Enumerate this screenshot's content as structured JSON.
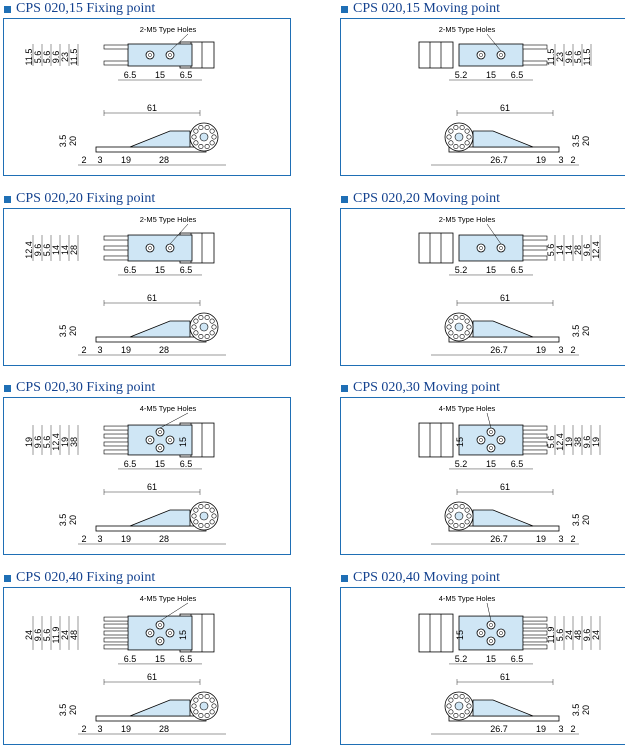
{
  "panels": [
    {
      "title": "CPS 020,15 Fixing point",
      "kind": "fixing",
      "holes": 2,
      "hole_label": "2-M5 Type Holes",
      "top_v": [
        "11.5",
        "23",
        "9.6",
        "5.6",
        "5.6",
        "11.5"
      ],
      "top_h": [
        "6.5",
        "15",
        "6.5"
      ],
      "side_total": "61",
      "side_v": [
        "20",
        "3.5"
      ],
      "side_h": [
        "2",
        "3",
        "19",
        "28"
      ]
    },
    {
      "title": "CPS 020,15 Moving point",
      "kind": "moving",
      "holes": 2,
      "hole_label": "2-M5 Type Holes",
      "top_v": [
        "11.5",
        "23",
        "9.6",
        "5.6",
        "11.5"
      ],
      "top_h": [
        "5.2",
        "15",
        "6.5"
      ],
      "side_total": "61",
      "side_v": [
        "3.5",
        "20"
      ],
      "side_h": [
        "26.7",
        "19",
        "3",
        "2"
      ]
    },
    {
      "title": "CPS 020,20 Fixing point",
      "kind": "fixing",
      "holes": 2,
      "hole_label": "2-M5 Type Holes",
      "top_v": [
        "28",
        "14",
        "14",
        "5.6",
        "9.6",
        "12.4"
      ],
      "top_h": [
        "6.5",
        "15",
        "6.5"
      ],
      "side_total": "61",
      "side_v": [
        "20",
        "3.5"
      ],
      "side_h": [
        "2",
        "3",
        "19",
        "28"
      ]
    },
    {
      "title": "CPS 020,20 Moving point",
      "kind": "moving",
      "holes": 2,
      "hole_label": "2-M5 Type Holes",
      "top_v": [
        "5.6",
        "14",
        "14",
        "28",
        "9.6",
        "12.4"
      ],
      "top_h": [
        "5.2",
        "15",
        "6.5"
      ],
      "side_total": "61",
      "side_v": [
        "3.5",
        "20"
      ],
      "side_h": [
        "26.7",
        "19",
        "3",
        "2"
      ]
    },
    {
      "title": "CPS 020,30 Fixing point",
      "kind": "fixing",
      "holes": 4,
      "hole_label": "4-M5 Type Holes",
      "top_v": [
        "38",
        "19",
        "12.4",
        "5.6",
        "9.6",
        "19"
      ],
      "top_h": [
        "6.5",
        "15",
        "6.5"
      ],
      "inner": "15",
      "side_total": "61",
      "side_v": [
        "20",
        "3.5"
      ],
      "side_h": [
        "2",
        "3",
        "19",
        "28"
      ]
    },
    {
      "title": "CPS 020,30 Moving point",
      "kind": "moving",
      "holes": 4,
      "hole_label": "4-M5 Type Holes",
      "top_v": [
        "5.6",
        "12.4",
        "19",
        "38",
        "9.6",
        "19"
      ],
      "top_h": [
        "5.2",
        "15",
        "6.5"
      ],
      "inner": "15",
      "side_total": "61",
      "side_v": [
        "3.5",
        "20"
      ],
      "side_h": [
        "26.7",
        "19",
        "3",
        "2"
      ]
    },
    {
      "title": "CPS 020,40 Fixing point",
      "kind": "fixing",
      "holes": 4,
      "hole_label": "4-M5 Type Holes",
      "top_v": [
        "48",
        "24",
        "11.9",
        "5.6",
        "9.6",
        "24"
      ],
      "top_h": [
        "6.5",
        "15",
        "6.5"
      ],
      "inner": "15",
      "side_total": "61",
      "side_v": [
        "20",
        "3.5"
      ],
      "side_h": [
        "2",
        "3",
        "19",
        "28"
      ]
    },
    {
      "title": "CPS 020,40 Moving point",
      "kind": "moving",
      "holes": 4,
      "hole_label": "4-M5 Type Holes",
      "top_v": [
        "11.9",
        "5.6",
        "24",
        "48",
        "9.6",
        "24"
      ],
      "top_h": [
        "5.2",
        "15",
        "6.5"
      ],
      "inner": "15",
      "side_total": "61",
      "side_v": [
        "3.5",
        "20"
      ],
      "side_h": [
        "26.7",
        "19",
        "3",
        "2"
      ]
    }
  ],
  "colors": {
    "accent": "#1f6fb5",
    "title": "#14428f",
    "part": "#cfe6f5"
  }
}
